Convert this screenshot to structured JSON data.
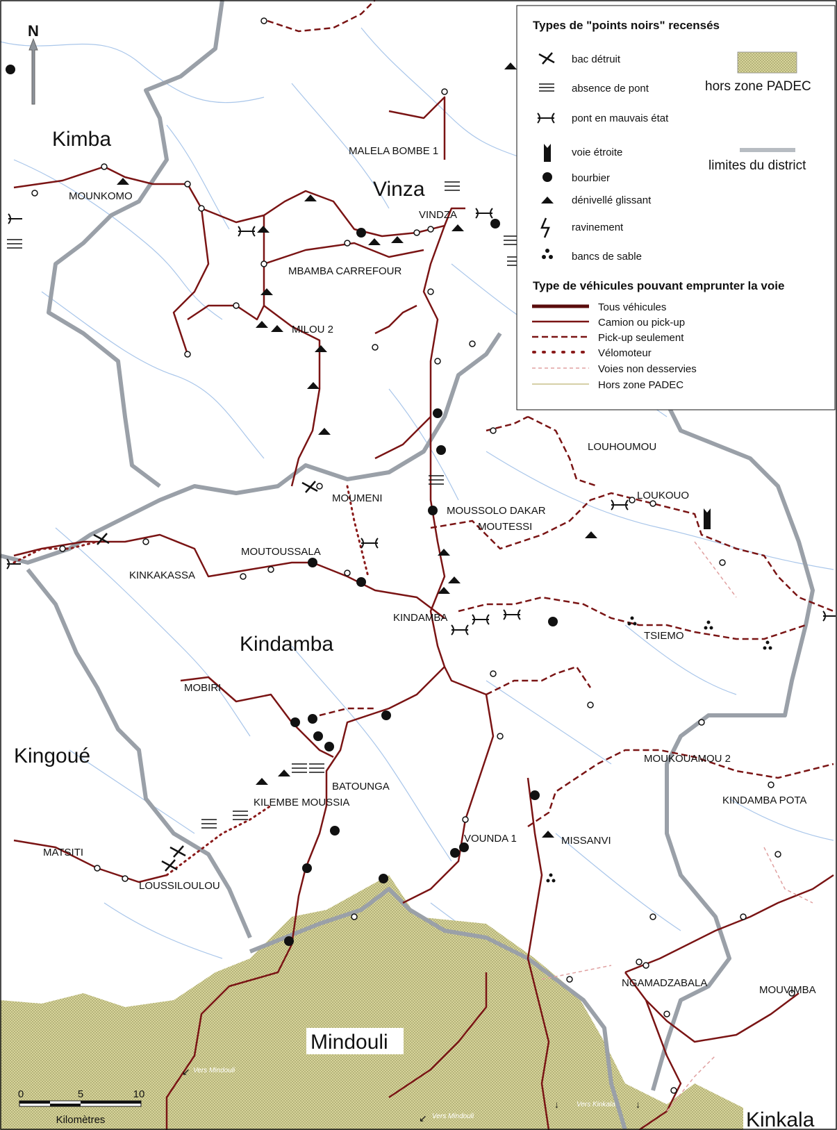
{
  "regions": {
    "kimba": "Kimba",
    "vinza": "Vinza",
    "kindamba": "Kindamba",
    "kingoue": "Kingoué",
    "mindouli": "Mindouli",
    "kinkala": "Kinkala"
  },
  "places": {
    "mounkomo": "MOUNKOMO",
    "malela_bombe_1": "MALELA BOMBE 1",
    "vindza": "VINDZA",
    "mbamba_carrefour": "MBAMBA CARREFOUR",
    "milou_2": "MILOU 2",
    "louhoumou": "LOUHOUMOU",
    "loukouo": "LOUKOUO",
    "moumeni": "MOUMENI",
    "moussolo_dakar": "MOUSSOLO DAKAR",
    "moutessi": "MOUTESSI",
    "moutoussala": "MOUTOUSSALA",
    "kinkakassa": "KINKAKASSA",
    "kindamba_town": "KINDAMBA",
    "tsiemo": "TSIEMO",
    "mobiri": "MOBIRI",
    "batounga": "BATOUNGA",
    "kilembe_moussia": "KILEMBE MOUSSIA",
    "moukouamou_2": "MOUKOUAMOU 2",
    "kindamba_pota": "KINDAMBA POTA",
    "matsiti": "MATSITI",
    "loussiloulou": "LOUSSILOULOU",
    "vounda_1": "VOUNDA 1",
    "missanvi": "MISSANVI",
    "ngamadzabala": "NGAMADZABALA",
    "mouvimba": "MOUVIMBA"
  },
  "arrows": {
    "vers_mindouli_1": "Vers Mindouli",
    "vers_mindouli_2": "Vers Mindouli",
    "vers_kinkala": "Vers Kinkala"
  },
  "north": "N",
  "scale": {
    "ticks": [
      "0",
      "5",
      "10"
    ],
    "unit": "Kilomètres"
  },
  "legend": {
    "title_points": "Types de \"points noirs\" recensés",
    "points": [
      {
        "icon": "destroyed-ferry-icon",
        "label": "bac détruit"
      },
      {
        "icon": "no-bridge-icon",
        "label": "absence de pont"
      },
      {
        "icon": "bad-bridge-icon",
        "label": "pont en mauvais état"
      },
      {
        "icon": "narrow-road-icon",
        "label": "voie étroite"
      },
      {
        "icon": "mud-pit-icon",
        "label": "bourbier"
      },
      {
        "icon": "slippery-slope-icon",
        "label": "dénivellé glissant"
      },
      {
        "icon": "gully-icon",
        "label": "ravinement"
      },
      {
        "icon": "sand-bank-icon",
        "label": "bancs de sable"
      }
    ],
    "outside_zone": "hors zone PADEC",
    "district_limits": "limites du district",
    "title_vehicles": "Type de véhicules pouvant emprunter la voie",
    "vehicles": [
      {
        "label": "Tous véhicules",
        "color": "#5a0c0c"
      },
      {
        "label": "Camion ou pick-up",
        "color": "#7a1414"
      },
      {
        "label": "Pick-up seulement",
        "color": "#7a1414"
      },
      {
        "label": "Vélomoteur",
        "color": "#8a1a1a"
      },
      {
        "label": "Voies non desservies",
        "color": "#e0a0a0"
      },
      {
        "label": "Hors zone PADEC",
        "color": "#c9c08a"
      }
    ]
  },
  "colors": {
    "road": "#7a1414",
    "river": "#a9c6ea",
    "district": "#9aa0a8",
    "outside_fill": "#d7d49a"
  }
}
